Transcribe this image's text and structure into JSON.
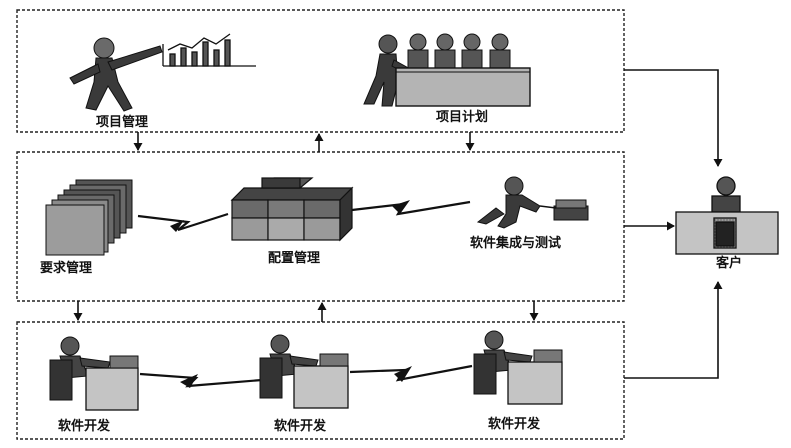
{
  "top_group": {
    "project_management": "项目管理",
    "project_plan": "项目计划"
  },
  "middle_group": {
    "requirements_management": "要求管理",
    "configuration_management": "配置管理",
    "integration_testing": "软件集成与测试"
  },
  "bottom_group": {
    "dev_1": "软件开发",
    "dev_2": "软件开发",
    "dev_3": "软件开发"
  },
  "customer": "客户"
}
